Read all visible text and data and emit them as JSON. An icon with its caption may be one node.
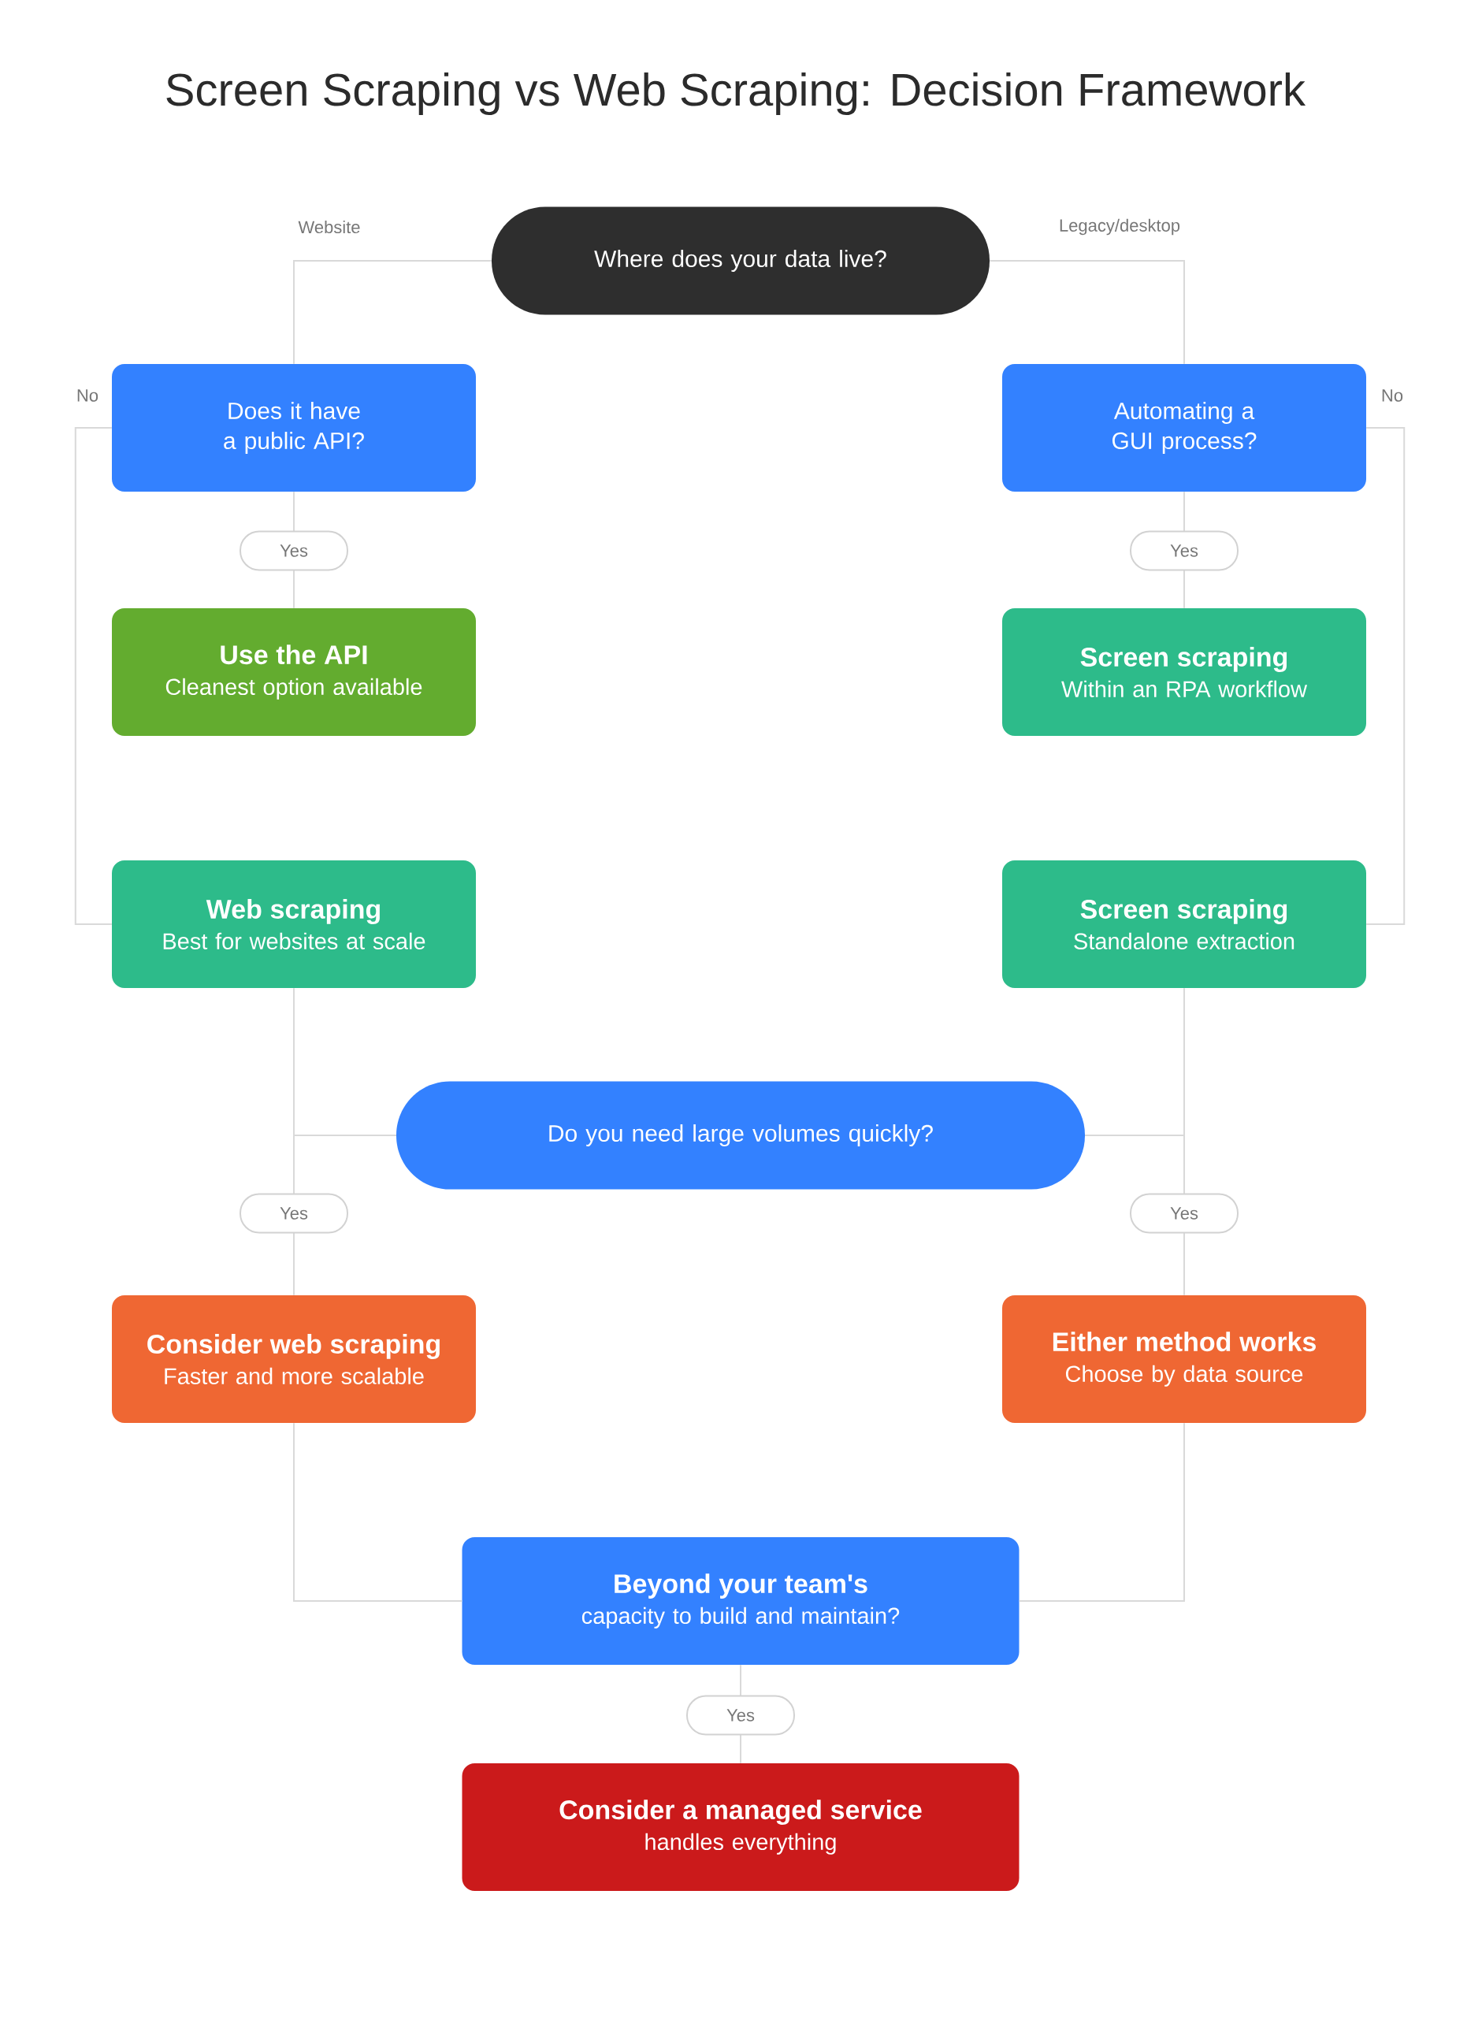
{
  "diagram": {
    "title": "Screen Scraping vs Web Scraping: Decision Framework",
    "nodes": [
      {
        "text": [
          "Where does your data live?"
        ]
      },
      {
        "text": [
          "Does it have a public API?"
        ]
      },
      {
        "text": [
          "Automating a GUI process?"
        ]
      },
      {
        "text": [
          "Use the API",
          "Cleanest option available"
        ]
      },
      {
        "text": [
          "Screen scraping",
          "Within an RPA workflow"
        ]
      },
      {
        "text": [
          "Web scraping",
          "Best for websites at scale"
        ]
      },
      {
        "text": [
          "Screen scraping",
          "Standalone extraction"
        ]
      },
      {
        "text": [
          "Do you need large volumes quickly?"
        ]
      },
      {
        "text": [
          "Consider web scraping",
          "Faster and more scalable"
        ]
      },
      {
        "text": [
          "Either method works",
          "Choose by data source"
        ]
      },
      {
        "text": [
          "Beyond your team's",
          "capacity to build and maintain?"
        ]
      },
      {
        "text": [
          "Consider a managed service",
          "handles everything"
        ]
      }
    ],
    "edges": [
      {
        "from": 0,
        "to": 1,
        "arrow": "none",
        "label": "Website"
      },
      {
        "from": 0,
        "to": 2,
        "arrow": "none",
        "label": "Legacy/desktop"
      },
      {
        "from": 1,
        "to": 3,
        "arrow": "none",
        "label": "Yes"
      },
      {
        "from": 1,
        "to": 5,
        "arrow": "none",
        "label": "No"
      },
      {
        "from": 2,
        "to": 4,
        "arrow": "none",
        "label": "Yes"
      },
      {
        "from": 2,
        "to": 6,
        "arrow": "none",
        "label": "No"
      },
      {
        "from": 5,
        "to": 7,
        "arrow": "none"
      },
      {
        "from": 7,
        "to": 8,
        "arrow": "none",
        "label": "Yes"
      },
      {
        "from": 6,
        "to": 7,
        "arrow": "none"
      },
      {
        "from": 7,
        "to": 9,
        "arrow": "none",
        "label": "Yes"
      },
      {
        "from": 8,
        "to": 10,
        "arrow": "none"
      },
      {
        "from": 9,
        "to": 10,
        "arrow": "none"
      },
      {
        "from": 10,
        "to": 11,
        "arrow": "none",
        "label": "Yes"
      }
    ]
  }
}
